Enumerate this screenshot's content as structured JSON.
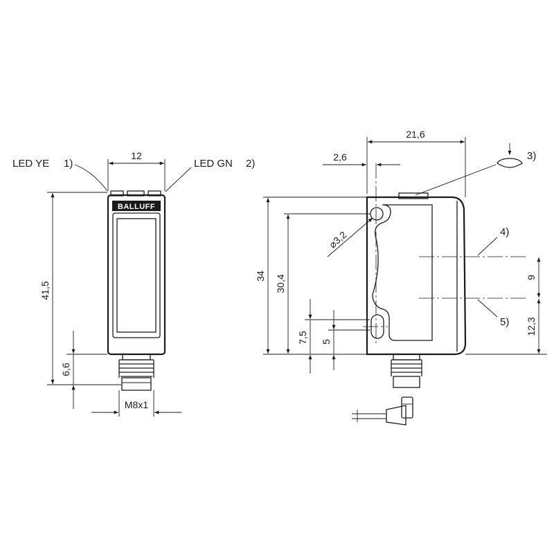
{
  "front_view": {
    "led_ye_label": "LED YE",
    "led_ye_note": "1)",
    "led_gn_label": "LED GN",
    "led_gn_note": "2)",
    "brand": "BALLUFF",
    "dim_width": "12",
    "dim_height": "41,5",
    "dim_connector": "6,6",
    "dim_thread": "M8x1"
  },
  "side_view": {
    "dim_width": "21,6",
    "dim_hole_offset": "2,6",
    "dim_hole_diameter": "⌀3,2",
    "dim_height": "34",
    "dim_hole_spacing": "30,4",
    "dim_slot_a": "7,5",
    "dim_slot_b": "5",
    "dim_beam_spacing": "9",
    "dim_beam_height": "12,3",
    "note_3": "3)",
    "note_4": "4)",
    "note_5": "5)"
  }
}
